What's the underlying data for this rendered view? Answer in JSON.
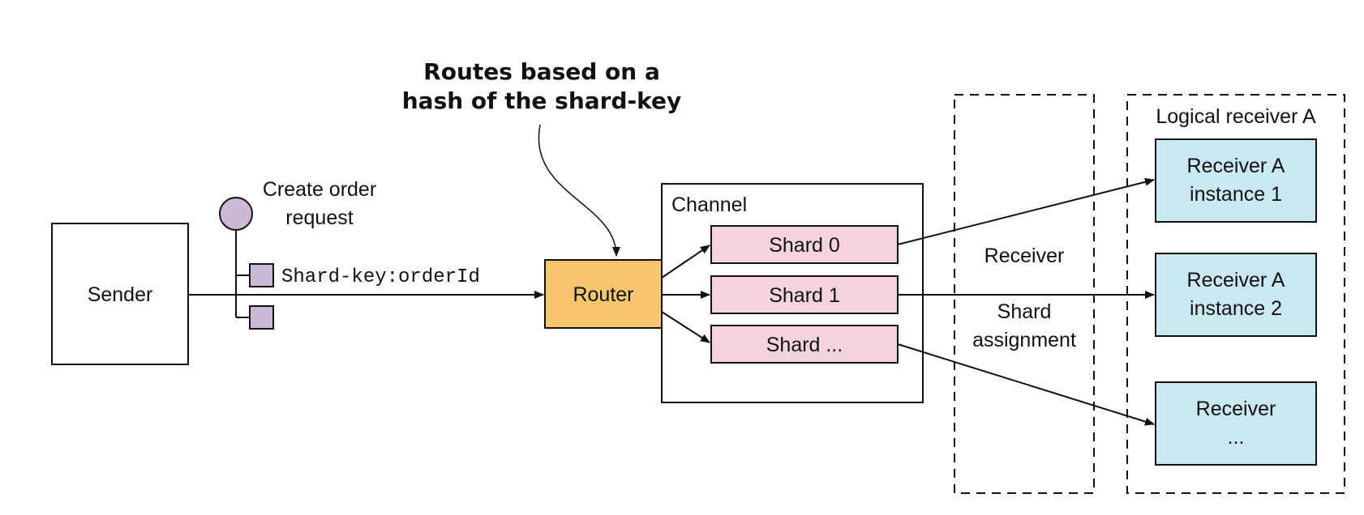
{
  "callout": {
    "line1": "Routes based on a",
    "line2": "hash of the shard-key"
  },
  "sender": {
    "label": "Sender"
  },
  "message": {
    "label_line1": "Create order",
    "label_line2": "request",
    "header_text": "Shard-key:orderId"
  },
  "router": {
    "label": "Router"
  },
  "channel": {
    "label": "Channel",
    "shards": [
      "Shard 0",
      "Shard 1",
      "Shard ..."
    ]
  },
  "shard_assignment": {
    "receiver_label": "Receiver",
    "line1": "Shard",
    "line2": "assignment"
  },
  "logical_receiver": {
    "label": "Logical receiver A",
    "instances": [
      {
        "line1": "Receiver A",
        "line2": "instance 1"
      },
      {
        "line1": "Receiver A",
        "line2": "instance 2"
      },
      {
        "line1": "Receiver",
        "line2": "..."
      }
    ]
  },
  "colors": {
    "router_fill": "#f7c56b",
    "shard_fill": "#f4d2e0",
    "receiver_fill": "#c9e8f2",
    "message_fill": "#cdb8d6",
    "stroke": "#111111"
  }
}
